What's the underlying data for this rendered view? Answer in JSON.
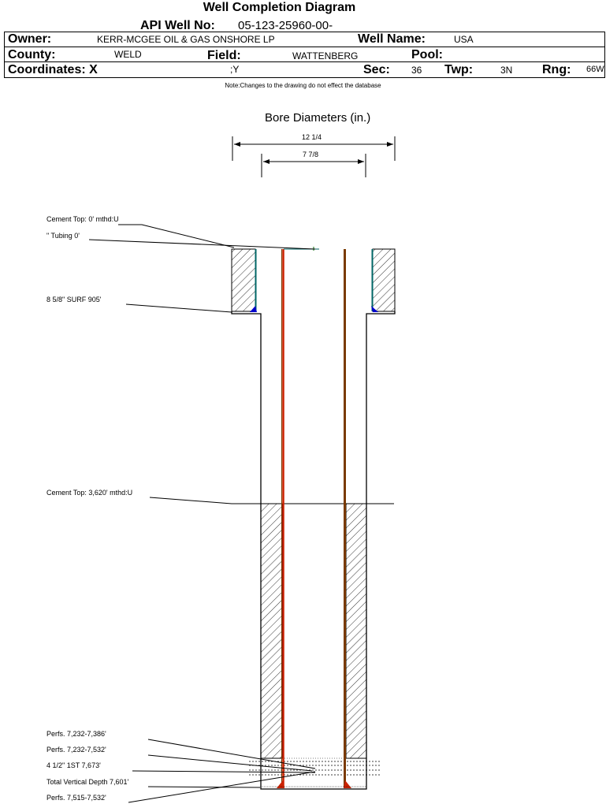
{
  "header": {
    "title": "Well Completion Diagram",
    "api_label": "API Well No:",
    "api_value": "05-123-25960-00-",
    "owner_label": "Owner:",
    "owner_value": "KERR-MCGEE OIL & GAS ONSHORE LP",
    "well_name_label": "Well Name:",
    "well_name_value": "USA",
    "county_label": "County:",
    "county_value": "WELD",
    "field_label": "Field:",
    "field_value": "WATTENBERG",
    "pool_label": "Pool:",
    "pool_value": "",
    "coordinates_label": "Coordinates: X",
    "coordinates_y": ";Y",
    "sec_label": "Sec:",
    "sec_value": "36",
    "twp_label": "Twp:",
    "twp_value": "3N",
    "rng_label": "Rng:",
    "rng_value": "66W"
  },
  "note": "Note:Changes to the drawing do not effect the database",
  "bore_diameters": {
    "title": "Bore Diameters (in.)",
    "outer": "12 1/4",
    "inner": "7 7/8"
  },
  "callouts": [
    "Cement Top: 0' mthd:U",
    "\" Tubing 0'",
    "8 5/8\" SURF      905'",
    "Cement Top: 3,620' mthd:U",
    "Perfs. 7,232-7,386'",
    "Perfs. 7,232-7,532'",
    "4 1/2\" 1ST       7,673'",
    "Total Vertical Depth 7,601'",
    "Perfs. 7,515-7,532'"
  ],
  "colors": {
    "tubing": "#7a3a00",
    "production_casing": "#cc2200",
    "surface_casing_edge": "#006666",
    "cement_shoe": "#0000cc"
  }
}
